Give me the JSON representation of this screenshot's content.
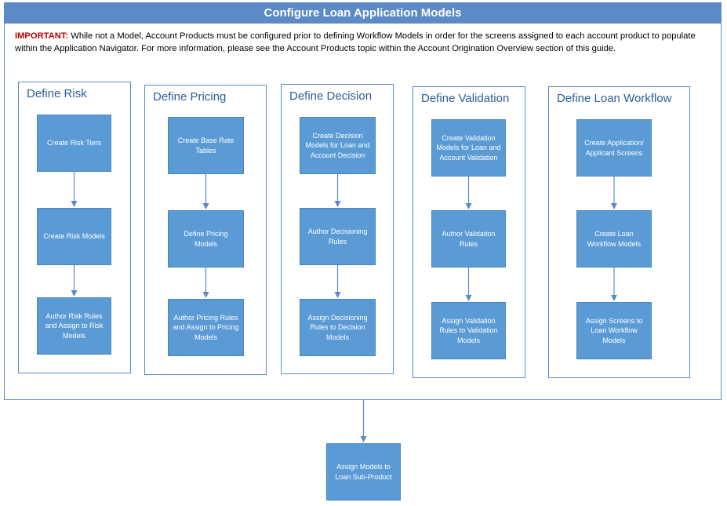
{
  "title": "Configure Loan Application Models",
  "note": {
    "prefix": "IMPORTANT:",
    "text": " While not a Model, Account Products must be configured prior to defining Workflow Models in order for the screens assigned to each account product to populate within the Application Navigator. For more information, please see the Account Products topic within the Account Origination Overview section of this guide."
  },
  "lanes": [
    {
      "title": "Define Risk",
      "steps": [
        "Create Risk Tiers",
        "Create Risk Models",
        "Author Risk Rules and Assign to Risk Models"
      ]
    },
    {
      "title": "Define Pricing",
      "steps": [
        "Create Base Rate Tables",
        "Define Pricing Models",
        "Author Pricing Rules and Assign to Pricing Models"
      ]
    },
    {
      "title": "Define Decision",
      "steps": [
        "Create Decision Models for Loan and Account Decision",
        "Author Decisioning Rules",
        "Assign Decisioning Rules to Decision Models"
      ]
    },
    {
      "title": "Define Validation",
      "steps": [
        "Create Validation Models for Loan and Account Validation",
        "Author Validation Rules",
        "Assign Validation Rules to Validation Models"
      ]
    },
    {
      "title": "Define Loan Workflow",
      "steps": [
        "Create Application/ Applicant Screens",
        "Create Loan Workflow Models",
        "Assign Screens to Loan Workflow Models"
      ]
    }
  ],
  "final_step": "Assign Models to Loan Sub-Product"
}
